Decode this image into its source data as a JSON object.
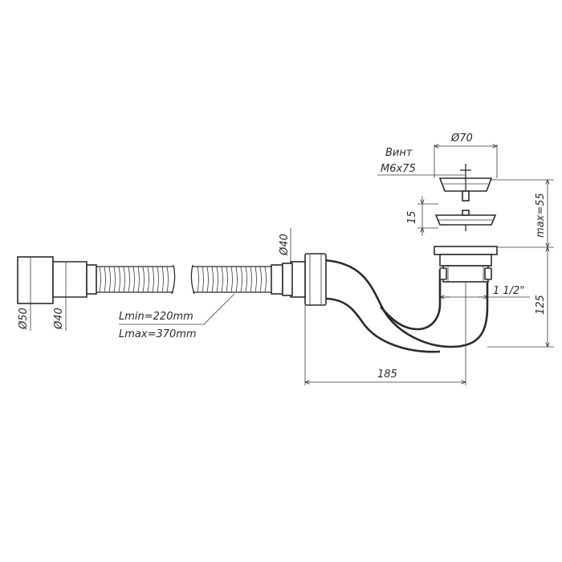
{
  "dimensions": {
    "drain_diameter": "Ø70",
    "screw_line1": "Винт",
    "screw_line2": "M6x75",
    "grate_gap": "15",
    "max_height": "max=55",
    "thread_size": "1 1/2\"",
    "trap_height": "125",
    "trap_width": "185",
    "pipe_d40_right": "Ø40",
    "end_d50": "Ø50",
    "end_d40": "Ø40",
    "hose_length_min": "Lmin=220mm",
    "hose_length_max": "Lmax=370mm"
  }
}
